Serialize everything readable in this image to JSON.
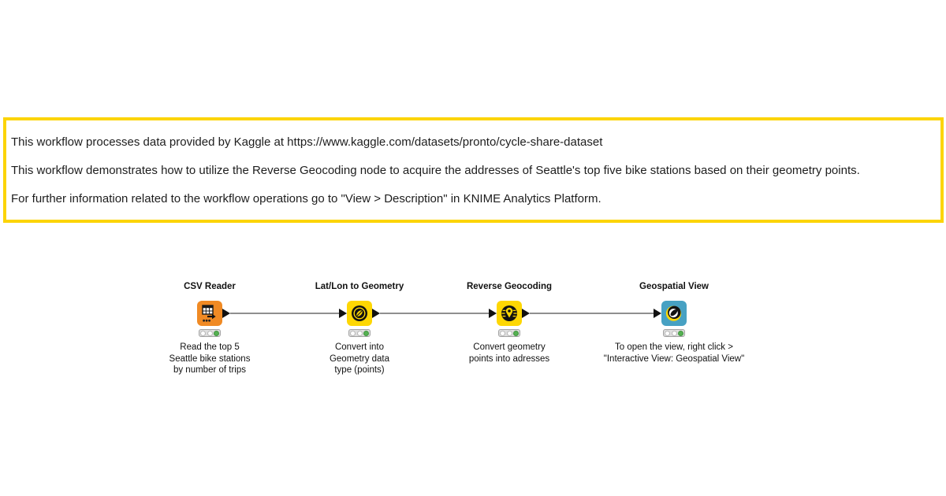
{
  "annotation": {
    "border_color": "#fcd407",
    "lines": [
      "This workflow processes data provided by Kaggle at https://www.kaggle.com/datasets/pronto/cycle-share-dataset",
      "This workflow demonstrates how to utilize the Reverse Geocoding node to acquire the addresses of Seattle's top five bike stations based on their geometry points.",
      "For further information related to the workflow operations go to \"View > Description\" in KNIME Analytics Platform."
    ]
  },
  "workflow": {
    "colors": {
      "node_orange": "#f08a24",
      "node_yellow": "#fed703",
      "node_blue": "#47a1c3",
      "status_green": "#55b152",
      "connector_gray": "#8f8f8f"
    },
    "nodes": [
      {
        "title": "CSV Reader",
        "icon": "csv-reader-icon",
        "color": "#f08a24",
        "status": "executed",
        "traffic_lights": [
          "off",
          "off",
          "green"
        ],
        "description": [
          "Read the top 5",
          "Seattle bike stations",
          "by number of trips"
        ]
      },
      {
        "title": "Lat/Lon to Geometry",
        "icon": "latlon-to-geometry-icon",
        "color": "#fed703",
        "status": "executed",
        "traffic_lights": [
          "off",
          "off",
          "green"
        ],
        "description": [
          "Convert into",
          "Geometry data",
          "type (points)"
        ]
      },
      {
        "title": "Reverse Geocoding",
        "icon": "reverse-geocoding-icon",
        "color": "#fed703",
        "status": "executed",
        "traffic_lights": [
          "off",
          "off",
          "green"
        ],
        "description": [
          "Convert geometry",
          "points into adresses"
        ]
      },
      {
        "title": "Geospatial View",
        "icon": "geospatial-view-icon",
        "color": "#47a1c3",
        "status": "executed",
        "traffic_lights": [
          "off",
          "off",
          "green"
        ],
        "description": [
          "To open the view, right click >",
          "\"Interactive View: Geospatial View\""
        ]
      }
    ]
  }
}
